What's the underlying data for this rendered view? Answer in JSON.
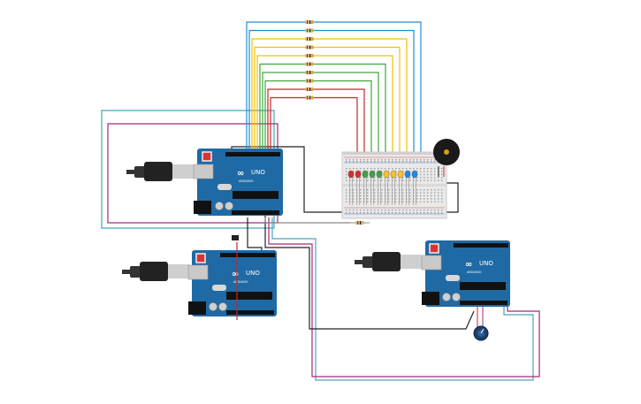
{
  "boards": [
    {
      "id": "uno-1",
      "logo": "UNO",
      "brand": "ARDUINO"
    },
    {
      "id": "uno-2",
      "logo": "UNO",
      "brand": "ARDUINO"
    },
    {
      "id": "uno-3",
      "logo": "UNO",
      "brand": "ARDUINO"
    }
  ],
  "leds": {
    "colors": [
      "#d32f2f",
      "#d32f2f",
      "#43a047",
      "#43a047",
      "#43a047",
      "#fbc02d",
      "#fbc02d",
      "#fbc02d",
      "#1e88e5",
      "#1e88e5"
    ]
  },
  "wire_colors": {
    "teal": "#4aa3b8",
    "magenta": "#a02a7a",
    "black": "#222222",
    "red": "#c62828",
    "yellow": "#f2c200",
    "green": "#3ea63e",
    "blue": "#1f8fd0"
  },
  "board_color": "#1f6aa5",
  "components": [
    "breadboard",
    "buzzer",
    "potentiometer",
    "resistors",
    "usb-cables"
  ]
}
